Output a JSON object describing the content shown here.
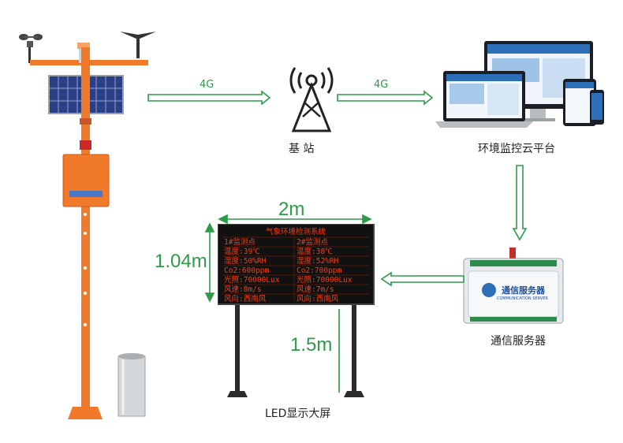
{
  "links": {
    "first": "4G",
    "second": "4G"
  },
  "nodes": {
    "base_station": "基 站",
    "cloud": "环境监控云平台",
    "server": "通信服务器",
    "led": "LED显示大屏"
  },
  "dimensions": {
    "width": "2m",
    "height": "1.04m",
    "post_height": "1.5m"
  },
  "led_board": {
    "title": "气象环境检测系统",
    "columns": [
      "1#监测点",
      "2#监测点"
    ],
    "rows": [
      [
        "温度:39℃",
        "温度:38℃"
      ],
      [
        "湿度:50%RH",
        "湿度:52%RH"
      ],
      [
        "Co2:600ppm",
        "Co2:700ppm"
      ],
      [
        "光照:70000Lux",
        "光照:70000Lux"
      ],
      [
        "风速:8m/s",
        "风速:7m/s"
      ],
      [
        "风向:西南风",
        "风向:西南风"
      ]
    ]
  },
  "server_brand": "通信服务器",
  "server_brand_en": "COMMUNICATION SERVER",
  "colors": {
    "arrow": "#2e9a4a",
    "pole": "#f07a2a",
    "led_text": "#ff3b10",
    "dimension": "#2e9a4a"
  }
}
